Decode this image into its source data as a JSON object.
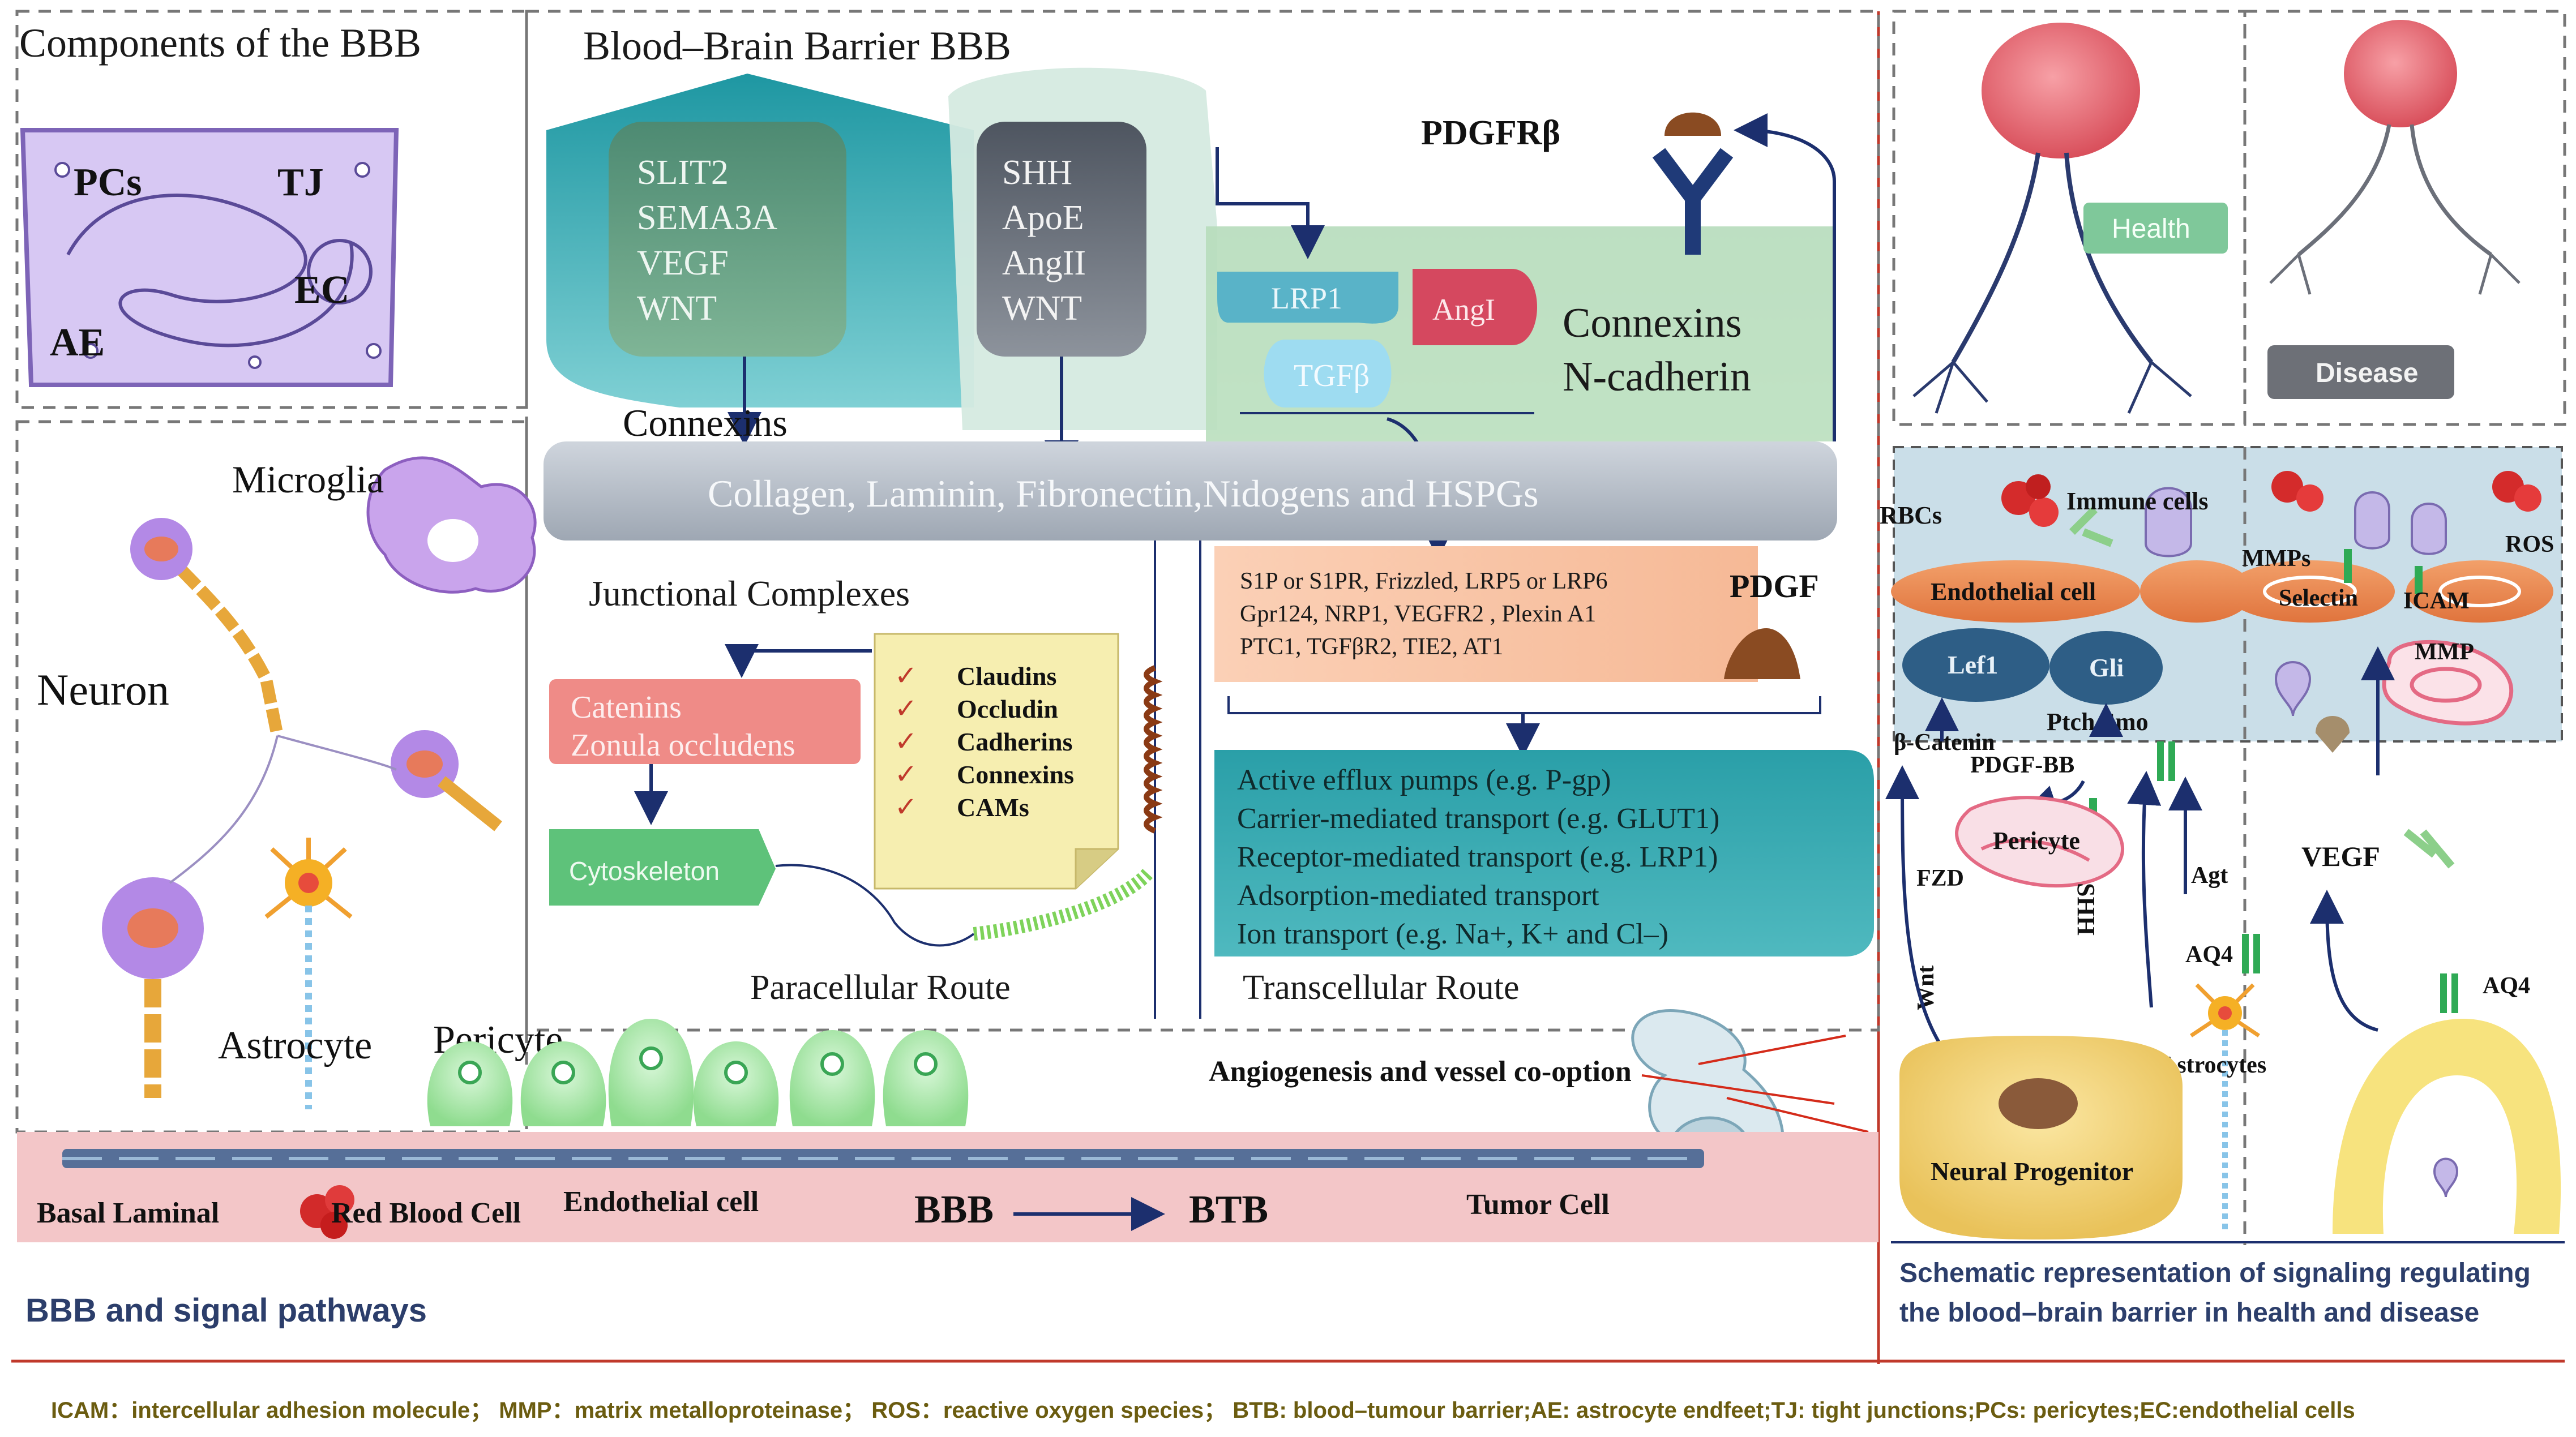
{
  "colors": {
    "red_line": "#c0392b",
    "navy": "#1c2f6e",
    "teal": "#2aa6ad",
    "green_panel": "#b8dfb8",
    "membrane": "#b6bec9",
    "pink_band": "#f3c6c8",
    "brain": "#e8737d",
    "footnote": "#6b5c10",
    "caption_blue": "#2c3e6b"
  },
  "left": {
    "components_title": "Components of the BBB",
    "pcs": "PCs",
    "tj": "TJ",
    "ec": "EC",
    "ae": "AE",
    "microglia": "Microglia",
    "neuron": "Neuron",
    "astrocyte": "Astrocyte",
    "pericyte": "Pericyte"
  },
  "center": {
    "bbb_title": "Blood–Brain Barrier BBB",
    "teal_box": [
      "SLIT2",
      "SEMA3A",
      "VEGF",
      "WNT"
    ],
    "gray_box": [
      "SHH",
      "ApoE",
      "AngII",
      "WNT"
    ],
    "pdgfrb": "PDGFRβ",
    "lrp1": "LRP1",
    "angi": "AngI",
    "tgfb": "TGFβ",
    "connexins_ncad": [
      "Connexins",
      "N-cadherin"
    ],
    "connexins": "Connexins",
    "membrane": "Collagen, Laminin, Fibronectin,Nidogens and HSPGs",
    "junctional": "Junctional Complexes",
    "catenins": [
      "Catenins",
      "Zonula occludens"
    ],
    "cytoskeleton": "Cytoskeleton",
    "note_items": [
      "Claudins",
      "Occludin",
      "Cadherins",
      "Connexins",
      "CAMs"
    ],
    "check": "✓",
    "receptors": [
      "S1P or S1PR,   Frizzled,   LRP5 or LRP6",
      "Gpr124,   NRP1,   VEGFR2 ,  Plexin A1",
      "PTC1,   TGFβR2,   TIE2,   AT1"
    ],
    "pdgf": "PDGF",
    "transport": [
      "Active efflux pumps (e.g. P-gp)",
      "Carrier-mediated transport (e.g. GLUT1)",
      "Receptor-mediated transport (e.g. LRP1)",
      "Adsorption-mediated transport",
      "Ion transport (e.g. Na+, K+ and Cl–)"
    ],
    "paracellular": "Paracellular Route",
    "transcellular": "Transcellular Route",
    "angiogenesis": "Angiogenesis and vessel co-option"
  },
  "bottom": {
    "basal": "Basal Laminal",
    "rbc": "Red Blood Cell",
    "endothelial": "Endothelial cell",
    "bbb": "BBB",
    "btb": "BTB",
    "tumor": "Tumor Cell",
    "section_title": "BBB and signal pathways"
  },
  "right": {
    "health": "Health",
    "disease": "Disease",
    "rbcs": "RBCs",
    "immune": "Immune cells",
    "mmps": "MMPs",
    "ros": "ROS",
    "endothelial_cell": "Endothelial cell",
    "selectin": "Selectin",
    "icam": "ICAM",
    "lef1": "Lef1",
    "gli": "Gli",
    "mmp": "MMP",
    "ptch_smo": "Ptch Smo",
    "bcatenin": "β-Catenin",
    "pdgfbb": "PDGF-BB",
    "pericyte": "Pericyte",
    "shh": "SHH",
    "vegf": "VEGF",
    "fzd": "FZD",
    "agt": "Agt",
    "aq4_a": "AQ4",
    "aq4_b": "AQ4",
    "wnt": "Wnt",
    "astrocytes": "Astrocytes",
    "neural_progenitor": "Neural Progenitor",
    "caption": [
      "Schematic representation of signaling regulating",
      "the blood–brain  barrier in   health  and   disease"
    ]
  },
  "footnote": "ICAM：intercellular adhesion molecule； MMP：matrix metalloproteinase； ROS：reactive oxygen species； BTB: blood–tumour barrier;AE: astrocyte endfeet;TJ: tight junctions;PCs: pericytes;EC:endothelial cells"
}
